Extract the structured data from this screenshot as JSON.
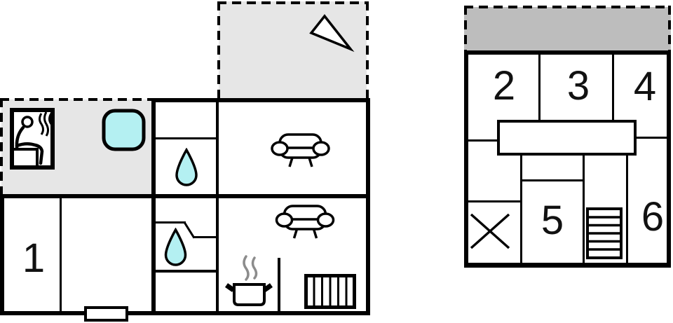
{
  "page": {
    "type": "holiday-home-floor-plan",
    "background": "#ffffff"
  },
  "colors": {
    "wall": "#000000",
    "terrace_fill": "#e6e6e6",
    "balcony_fill": "#bdbdbd",
    "water": "#b4f0f2",
    "steam": "#8c8c8c",
    "label_text": "#111111"
  },
  "ground_floor": {
    "room_labels": {
      "room1": "1"
    },
    "icons": [
      "north-arrow-icon",
      "sauna-icon",
      "hot-tub-icon",
      "water-drop-icon",
      "water-drop-icon",
      "sofa-icon",
      "sofa-icon",
      "stove-icon",
      "radiator-icon",
      "entrance-door"
    ],
    "outdoor_areas": [
      "terrace-top",
      "terrace-left"
    ]
  },
  "upper_floor": {
    "room_labels": {
      "room2": "2",
      "room3": "3",
      "room4": "4",
      "room5": "5",
      "room6": "6"
    },
    "icons": [
      "stairs-icon",
      "cross-void-icon"
    ],
    "outdoor_areas": [
      "balcony"
    ]
  }
}
